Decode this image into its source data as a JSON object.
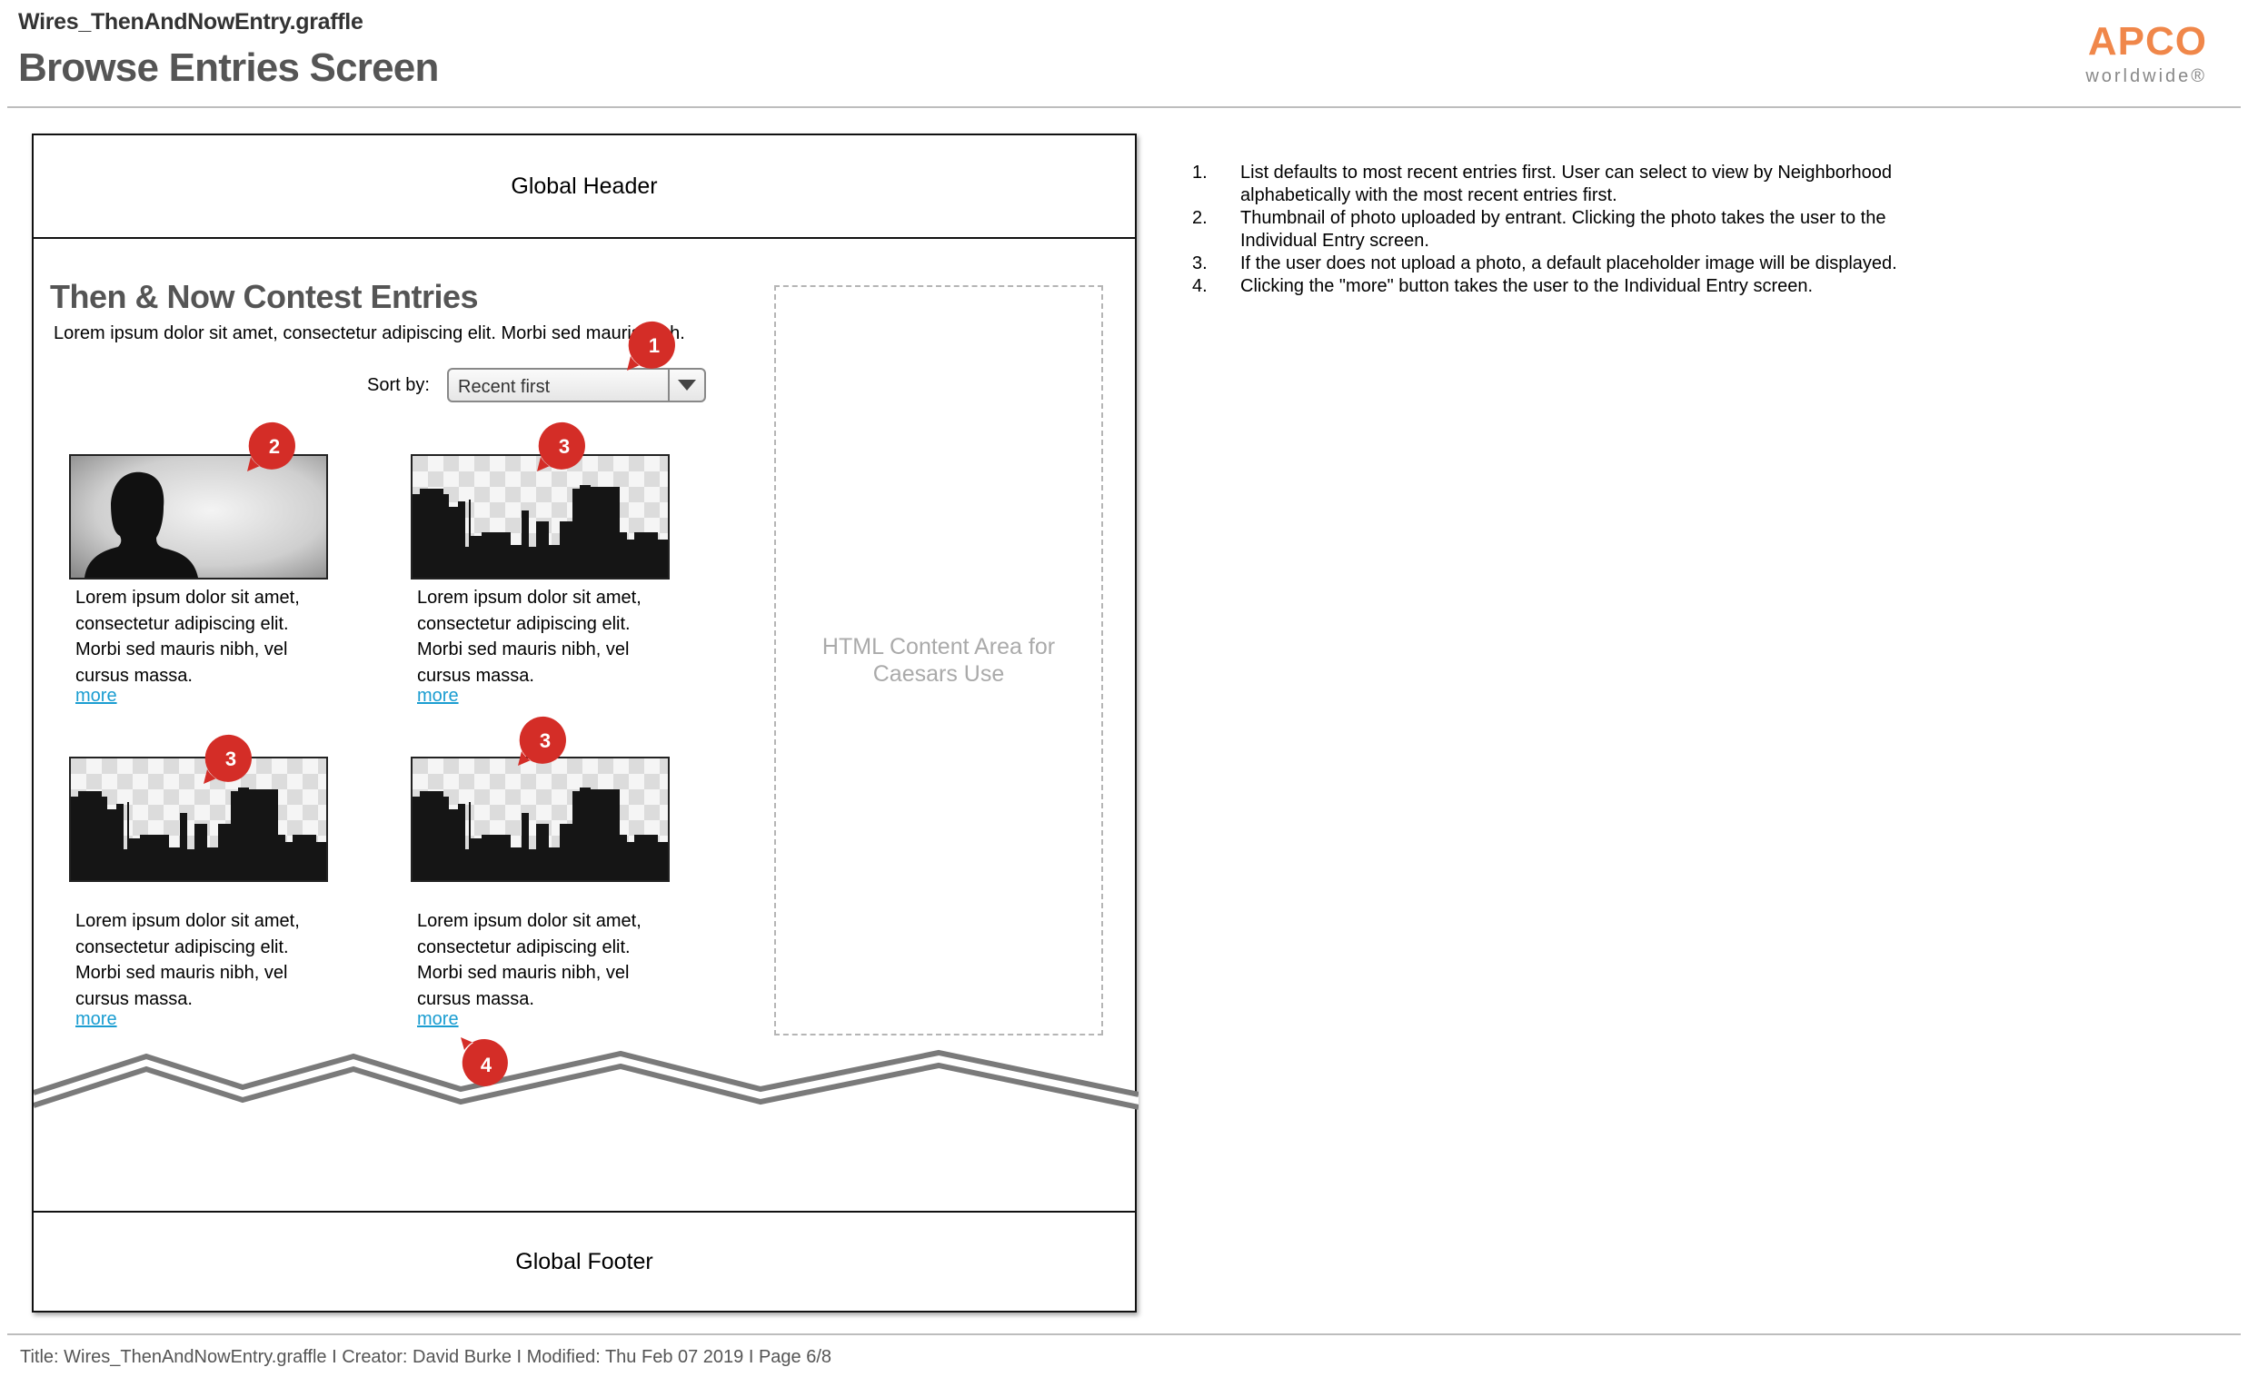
{
  "document": {
    "file_title": "Wires_ThenAndNowEntry.graffle",
    "page_title": "Browse Entries Screen",
    "logo": {
      "main": "APCO",
      "sub": "worldwide®"
    }
  },
  "wireframe": {
    "global_header": "Global Header",
    "global_footer": "Global Footer",
    "contest_title": "Then & Now Contest Entries",
    "contest_intro": "Lorem ipsum dolor sit amet, consectetur adipiscing elit. Morbi sed mauris nibh.",
    "sort": {
      "label": "Sort by:",
      "value": "Recent first"
    },
    "entries": [
      {
        "thumbnail": "person-silhouette",
        "text": "Lorem ipsum dolor sit amet, consectetur adipiscing elit. Morbi sed mauris nibh, vel cursus massa.",
        "more": "more"
      },
      {
        "thumbnail": "skyline-placeholder",
        "text": "Lorem ipsum dolor sit amet, consectetur adipiscing elit. Morbi sed mauris nibh, vel cursus massa.",
        "more": "more"
      },
      {
        "thumbnail": "skyline-placeholder",
        "text": "Lorem ipsum dolor sit amet, consectetur adipiscing elit. Morbi sed mauris nibh, vel cursus massa.",
        "more": "more"
      },
      {
        "thumbnail": "skyline-placeholder",
        "text": "Lorem ipsum dolor sit amet, consectetur adipiscing elit. Morbi sed mauris nibh, vel cursus massa.",
        "more": "more"
      }
    ],
    "content_area": "HTML Content Area for Caesars Use",
    "markers": [
      "1",
      "2",
      "3",
      "3",
      "3",
      "4"
    ]
  },
  "notes": [
    {
      "num": "1.",
      "text": "List defaults to most recent entries first. User can select to view by Neighborhood alphabetically with the most recent entries first."
    },
    {
      "num": "2.",
      "text": "Thumbnail of photo uploaded by entrant. Clicking the photo takes the user to the Individual Entry screen."
    },
    {
      "num": "3.",
      "text": "If the user does not upload a photo, a default placeholder image will be displayed."
    },
    {
      "num": "4.",
      "text": "Clicking the \"more\" button takes the user to the Individual Entry screen."
    }
  ],
  "footer": "Title: Wires_ThenAndNowEntry.graffle  I  Creator: David Burke  I  Modified: Thu Feb 07 2019  I  Page 6/8",
  "colors": {
    "marker": "#d42d27",
    "link": "#1a9dd1",
    "logo": "#f0874a",
    "title_gray": "#555555"
  }
}
